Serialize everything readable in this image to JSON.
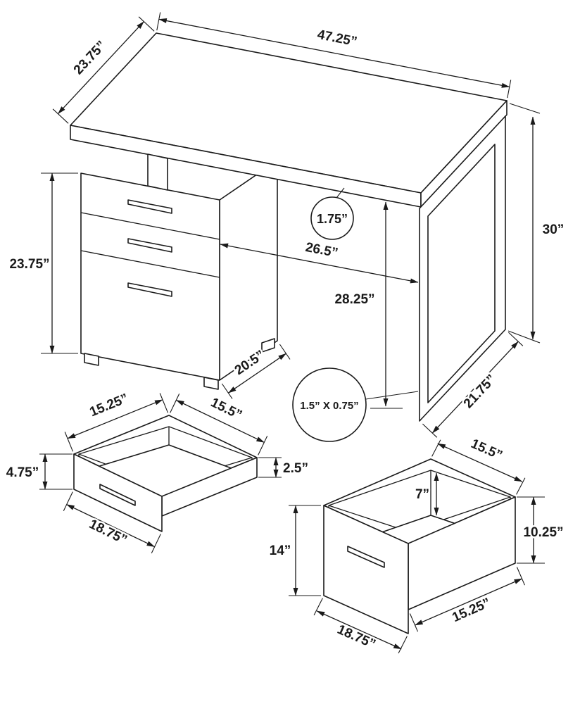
{
  "page": {
    "background": "#ffffff",
    "line_color": "#1a1a1a",
    "description": "Furniture dimension diagram of a computer desk with file cabinet and two pull-out drawers"
  },
  "desk": {
    "dims": {
      "top_depth": "23.75”",
      "top_width": "47.25”",
      "overall_height": "30”",
      "cabinet_height": "23.75”",
      "top_thickness": "1.75”",
      "knee_width": "26.5”",
      "knee_height": "28.25”",
      "cabinet_depth": "20.5”",
      "leg_profile": "1.5” X 0.75”",
      "leg_depth": "21.75”"
    }
  },
  "small_drawer": {
    "dims": {
      "inner_width": "15.25”",
      "inner_depth": "15.5”",
      "front_height": "4.75”",
      "side_height": "2.5”",
      "outer_width": "18.75”"
    }
  },
  "file_drawer": {
    "dims": {
      "inner_depth": "15.5”",
      "inner_height": "7”",
      "front_height": "14”",
      "side_height": "10.25”",
      "outer_width": "18.75”",
      "outer_depth": "15.25”"
    }
  }
}
